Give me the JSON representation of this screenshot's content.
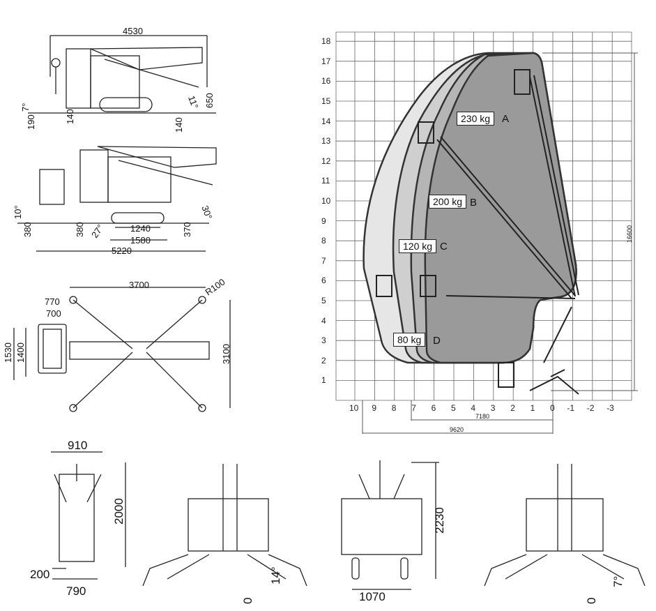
{
  "side_view_stowed": {
    "length": "4530",
    "height_650": "650",
    "angle_front": "7°",
    "clearance_front": "190",
    "clearance_mid": "140",
    "clearance_rear": "140",
    "angle_rear": "11°"
  },
  "side_view_basket": {
    "angle_front": "10°",
    "h_front": "380",
    "h_mid": "380",
    "angle_mid": "27°",
    "track_inner": "1240",
    "track_outer": "1580",
    "length": "5220",
    "h_rear": "370",
    "angle_rear": "30°"
  },
  "top_view": {
    "outrigger_span": "3700",
    "radius": "R100",
    "basket_w1": "770",
    "basket_w2": "700",
    "basket_d1": "1530",
    "basket_d2": "1400",
    "width": "3100"
  },
  "front_views": {
    "top_width": "910",
    "height": "2000",
    "side_offset": "200",
    "base_width": "790",
    "angle_14": "14°",
    "zero_a": "0",
    "height_2230": "2230",
    "track_width": "1070",
    "angle_7": "7°",
    "zero_b": "0"
  },
  "chart_data": {
    "type": "area",
    "title": "Working envelope",
    "x_ticks": [
      "10",
      "9",
      "8",
      "7",
      "6",
      "5",
      "4",
      "3",
      "2",
      "1",
      "0",
      "-1",
      "-2",
      "-3"
    ],
    "y_ticks": [
      "1",
      "2",
      "3",
      "4",
      "5",
      "6",
      "7",
      "8",
      "9",
      "10",
      "11",
      "12",
      "13",
      "14",
      "15",
      "16",
      "17",
      "18"
    ],
    "xlim": [
      11,
      -3.9
    ],
    "ylim": [
      0,
      18.5
    ],
    "grid": true,
    "loads": [
      {
        "label": "230 kg",
        "letter": "A",
        "color": "#9a9a9a"
      },
      {
        "label": "200 kg",
        "letter": "B",
        "color": "#c9c9c9"
      },
      {
        "label": "120 kg",
        "letter": "C",
        "color": "#e6e6e6"
      },
      {
        "label": "80 kg",
        "letter": "D",
        "color": "#e6e6e6"
      }
    ],
    "outreach_dims": [
      "7180",
      "9620"
    ],
    "height_dim": "16600"
  }
}
